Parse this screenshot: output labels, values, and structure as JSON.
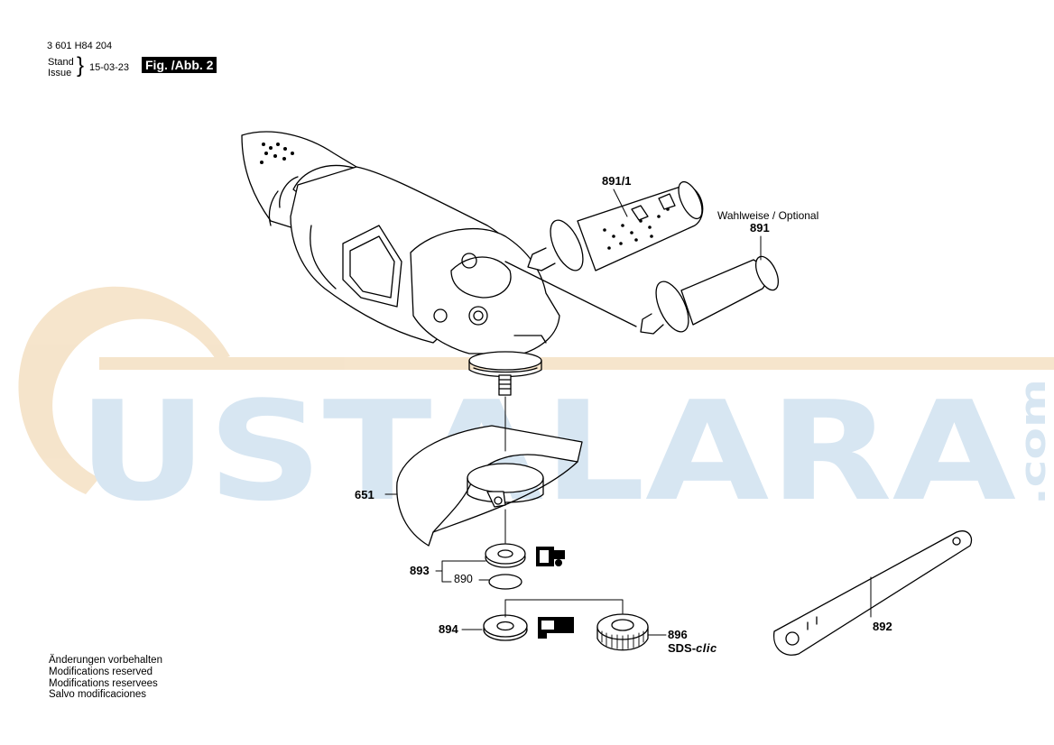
{
  "header": {
    "part_number": "3 601 H84 204",
    "stand_label": "Stand",
    "issue_label": "Issue",
    "date": "15-03-23",
    "figure_label": "Fig. /Abb. 2"
  },
  "parts": {
    "p891_1": "891/1",
    "optional_note": "Wahlweise / Optional",
    "p891": "891",
    "p651": "651",
    "p893": "893",
    "p890": "890",
    "p894": "894",
    "p896": "896",
    "sds_prefix": "SDS-",
    "sds_clic": "clic",
    "p892": "892"
  },
  "footer_notes": [
    "Änderungen vorbehalten",
    "Modifications reserved",
    "Modifications reservees",
    "Salvo modificaciones"
  ],
  "watermark": {
    "text": "USTALARA",
    "suffix": ".com",
    "colors": {
      "letters": "#d7e6f2",
      "swoosh": "#f5e2c6"
    }
  },
  "colors": {
    "ink": "#000000",
    "figure_bg": "#000000",
    "figure_fg": "#ffffff"
  }
}
